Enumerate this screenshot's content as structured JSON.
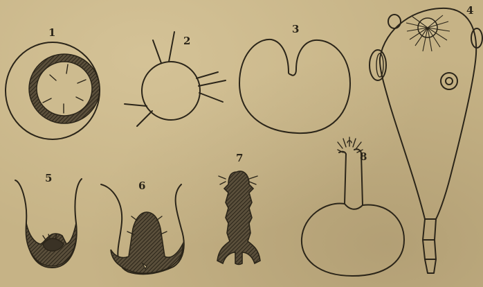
{
  "figures": [
    {
      "id": "fig-1",
      "label": "1"
    },
    {
      "id": "fig-2",
      "label": "2"
    },
    {
      "id": "fig-3",
      "label": "3"
    },
    {
      "id": "fig-4",
      "label": "4"
    },
    {
      "id": "fig-5",
      "label": "5"
    },
    {
      "id": "fig-6",
      "label": "6"
    },
    {
      "id": "fig-7",
      "label": "7"
    },
    {
      "id": "fig-8",
      "label": "8"
    }
  ]
}
